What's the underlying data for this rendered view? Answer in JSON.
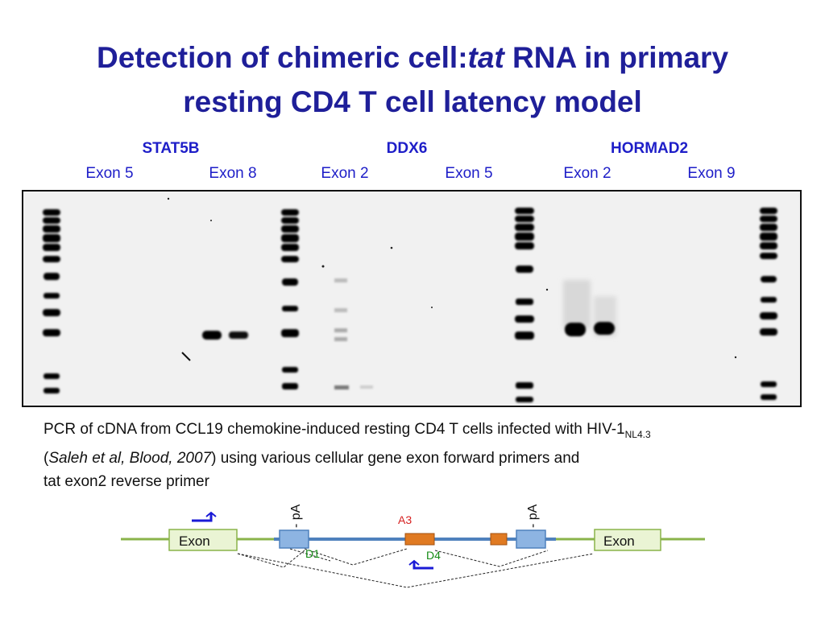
{
  "title": {
    "line1_part1": "Detection of chimeric cell:",
    "line1_italic": "tat",
    "line1_part2": " RNA in primary",
    "line2": "resting CD4 T cell latency model"
  },
  "gel_labels": {
    "genes": [
      "STAT5B",
      "DDX6",
      "HORMAD2"
    ],
    "exons": [
      "Exon 5",
      "Exon 8",
      "Exon 2",
      "Exon 5",
      "Exon 2",
      "Exon 9"
    ]
  },
  "caption": {
    "part1": "PCR of cDNA from CCL19 chemokine-induced resting CD4 T cells infected with HIV-1",
    "subscript": "NL4.3",
    "part2_open": "(",
    "citation": "Saleh et al, Blood, 2007",
    "part2_rest": ") using various cellular gene exon forward primers and",
    "line3": "tat exon2 reverse primer"
  },
  "diagram": {
    "exon_left": "Exon",
    "exon_right": "Exon",
    "pa_left": "- pA",
    "pa_right": "- pA",
    "a3": "A3",
    "d1": "D1",
    "d4": "D4",
    "colors": {
      "cell_line": "#8ab34a",
      "hiv_line": "#4f81bd",
      "exon_fill": "#eaf4d4",
      "hiv_exon": "#8db4e2",
      "orange": "#e07a22",
      "a3_text": "#d61f1f",
      "d_text": "#138a13",
      "primer": "#1a1ad6"
    }
  }
}
